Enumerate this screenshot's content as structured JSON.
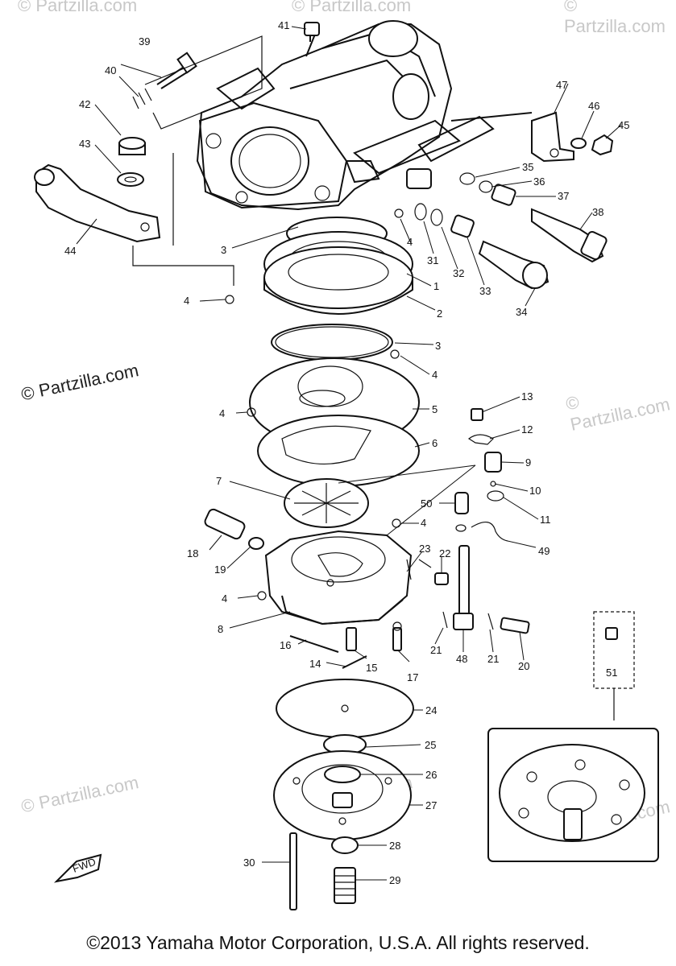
{
  "watermarks": {
    "dark": "© Partzilla.com",
    "light": "© Partzilla.com"
  },
  "fwd_label": "FWD",
  "copyright": "©2013  Yamaha Motor Corporation, U.S.A. All rights reserved.",
  "callouts": [
    "1",
    "2",
    "3",
    "3",
    "4",
    "4",
    "4",
    "4",
    "4",
    "4",
    "5",
    "6",
    "7",
    "8",
    "9",
    "10",
    "11",
    "12",
    "13",
    "14",
    "15",
    "16",
    "17",
    "18",
    "19",
    "20",
    "21",
    "21",
    "22",
    "23",
    "24",
    "25",
    "26",
    "27",
    "28",
    "29",
    "30",
    "31",
    "32",
    "33",
    "34",
    "35",
    "36",
    "37",
    "38",
    "39",
    "40",
    "41",
    "42",
    "43",
    "44",
    "45",
    "46",
    "47",
    "48",
    "49",
    "50",
    "51"
  ]
}
